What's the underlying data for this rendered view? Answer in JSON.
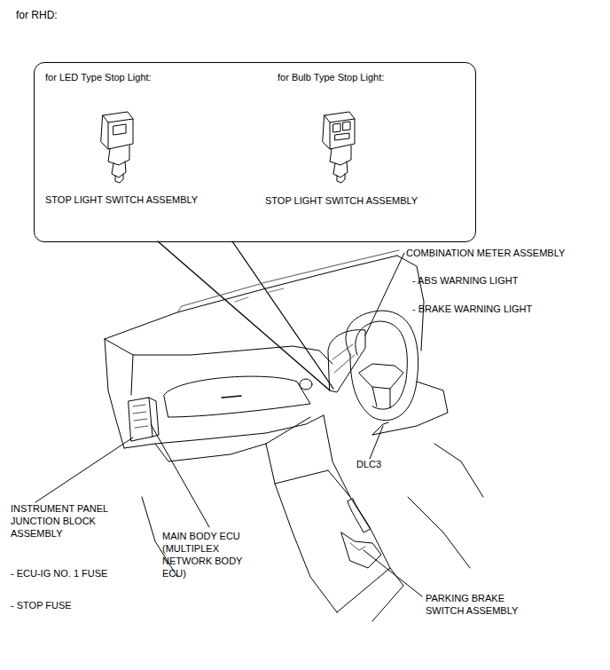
{
  "diagram": {
    "title": "for RHD:",
    "nodes": [
      {
        "text": [
          "for LED Type Stop Light:",
          "STOP LIGHT SWITCH ASSEMBLY",
          "for Bulb Type Stop Light:",
          "STOP LIGHT SWITCH ASSEMBLY"
        ]
      }
    ],
    "labels": [
      "COMBINATION METER ASSEMBLY",
      "- ABS WARNING LIGHT",
      "- BRAKE WARNING LIGHT",
      "DLC3",
      "INSTRUMENT PANEL JUNCTION BLOCK ASSEMBLY",
      "MAIN BODY ECU (MULTIPLEX NETWORK BODY ECU)",
      "- ECU-IG NO. 1 FUSE",
      "- STOP FUSE",
      "PARKING BRAKE SWITCH ASSEMBLY"
    ]
  }
}
